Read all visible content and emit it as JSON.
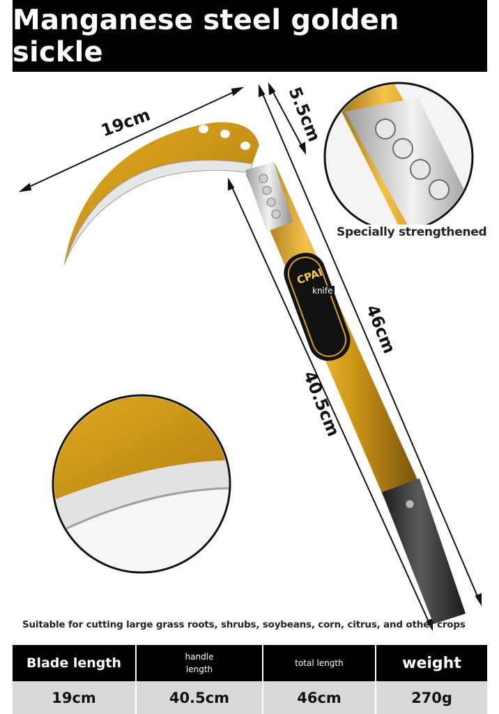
{
  "banner": {
    "title": "Manganese steel golden sickle"
  },
  "dimensions": {
    "blade_width": "19cm",
    "ferrule_length": "5.5cm",
    "total_length": "46cm",
    "handle_length": "40.5cm"
  },
  "callouts": {
    "ferrule_detail": "Specially strengthened"
  },
  "label_sticker": {
    "brand": "CPAI",
    "word": "knife"
  },
  "usage_note": "Suitable for cutting large grass roots, shrubs, soybeans, corn, citrus, and other crops",
  "spec_table": {
    "headers": {
      "blade": "Blade length",
      "handle_line1": "handle",
      "handle_line2": "length",
      "total": "total length",
      "weight": "weight"
    },
    "values": {
      "blade": "19cm",
      "handle": "40.5cm",
      "total": "46cm",
      "weight": "270g"
    }
  },
  "colors": {
    "gold": "#d29a17",
    "gold_dark": "#a87410",
    "steel": "#d8d8d8",
    "grip": "#3a3a3a",
    "banner_bg": "#000000",
    "table_value_bg": "#d9d9d9"
  }
}
